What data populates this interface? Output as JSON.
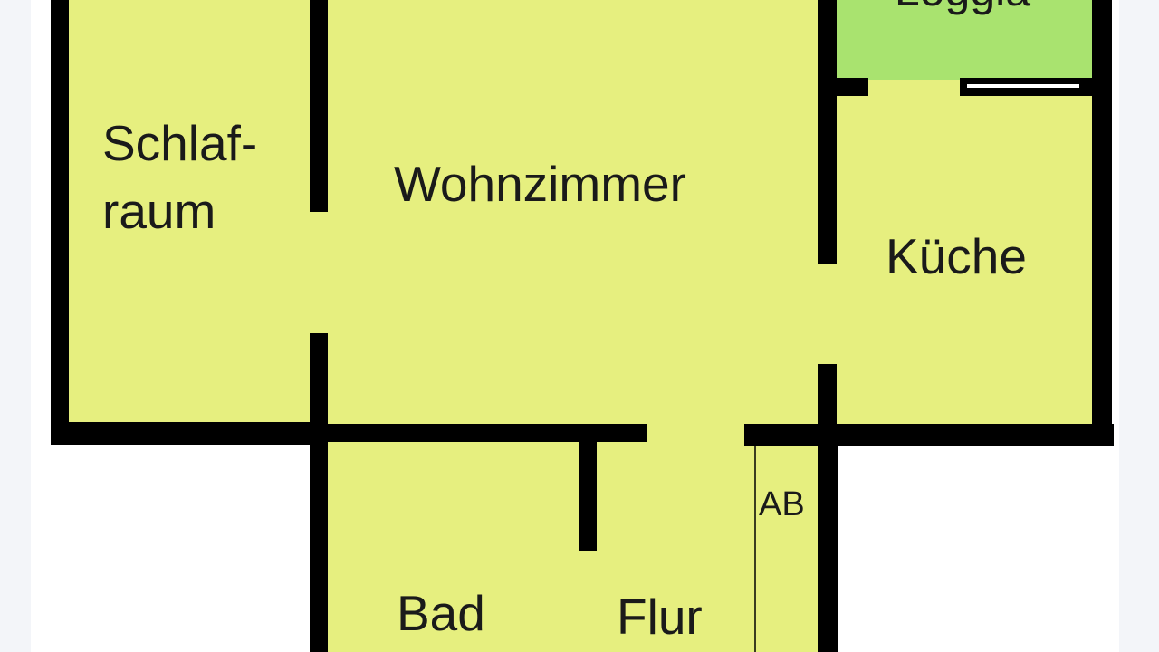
{
  "colors": {
    "background": "#ffffff",
    "side_bar": "#f3f5f9",
    "room_fill": "#e6ef7f",
    "loggia_fill": "#a9e36f",
    "wall": "#000000",
    "label": "#1a1a1a"
  },
  "rooms": {
    "schlafraum": {
      "line1": "Schlaf-",
      "line2": "raum"
    },
    "wohnzimmer": {
      "label": "Wohnzimmer"
    },
    "loggia": {
      "label": "Loggia"
    },
    "kueche": {
      "label": "Küche"
    },
    "bad": {
      "label": "Bad"
    },
    "flur": {
      "label": "Flur"
    },
    "abstellraum": {
      "label": "AB"
    }
  }
}
